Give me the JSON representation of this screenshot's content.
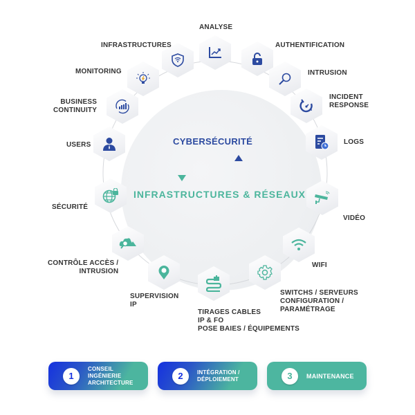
{
  "colors": {
    "blue": "#2c4aa0",
    "teal": "#4bb59c",
    "label": "#333333"
  },
  "center": {
    "title_top": "CYBERSÉCURITÉ",
    "title_bottom": "INFRASTRUCTURES & RÉSEAUX"
  },
  "cyber_items": [
    {
      "label": "ANALYSE",
      "icon": "chart-trend-icon"
    },
    {
      "label": "AUTHENTIFICATION",
      "icon": "padlock-icon"
    },
    {
      "label": "INTRUSION",
      "icon": "magnifier-icon"
    },
    {
      "label": "INCIDENT",
      "label2": "RESPONSE",
      "icon": "stopwatch-icon"
    },
    {
      "label": "LOGS",
      "icon": "document-clock-icon"
    },
    {
      "label": "USERS",
      "icon": "user-icon"
    },
    {
      "label": "BUSINESS",
      "label2": "CONTINUITY",
      "icon": "bar-chart-cycle-icon"
    },
    {
      "label": "MONITORING",
      "icon": "lightbulb-icon"
    },
    {
      "label": "INFRASTRUCTURES",
      "icon": "shield-wifi-icon"
    }
  ],
  "infra_items": [
    {
      "label": "VIDÉO",
      "icon": "cctv-camera-icon"
    },
    {
      "label": "WIFI",
      "icon": "wifi-icon"
    },
    {
      "label": "SWITCHS / SERVEURS",
      "label2": "CONFIGURATION /",
      "label3": "PARAMÉTRAGE",
      "icon": "gear-icon"
    },
    {
      "label": "TIRAGES CABLES",
      "label2": "IP & FO",
      "label3": "POSE BAIES / ÉQUIPEMENTS",
      "icon": "cable-icon"
    },
    {
      "label": "SUPERVISION",
      "label2": "IP",
      "icon": "map-pin-icon"
    },
    {
      "label": "CONTRÔLE ACCÈS /",
      "label2": "INTRUSION",
      "icon": "cloud-search-icon"
    },
    {
      "label": "SÉCURITÉ",
      "icon": "globe-lock-icon"
    }
  ],
  "steps": [
    {
      "num": "1",
      "lines": [
        "CONSEIL",
        "INGÉNIERIE",
        "ARCHITECTURE"
      ]
    },
    {
      "num": "2",
      "lines": [
        "INTÉGRATION /",
        "DÉPLOIEMENT"
      ]
    },
    {
      "num": "3",
      "lines": [
        "MAINTENANCE"
      ]
    }
  ]
}
